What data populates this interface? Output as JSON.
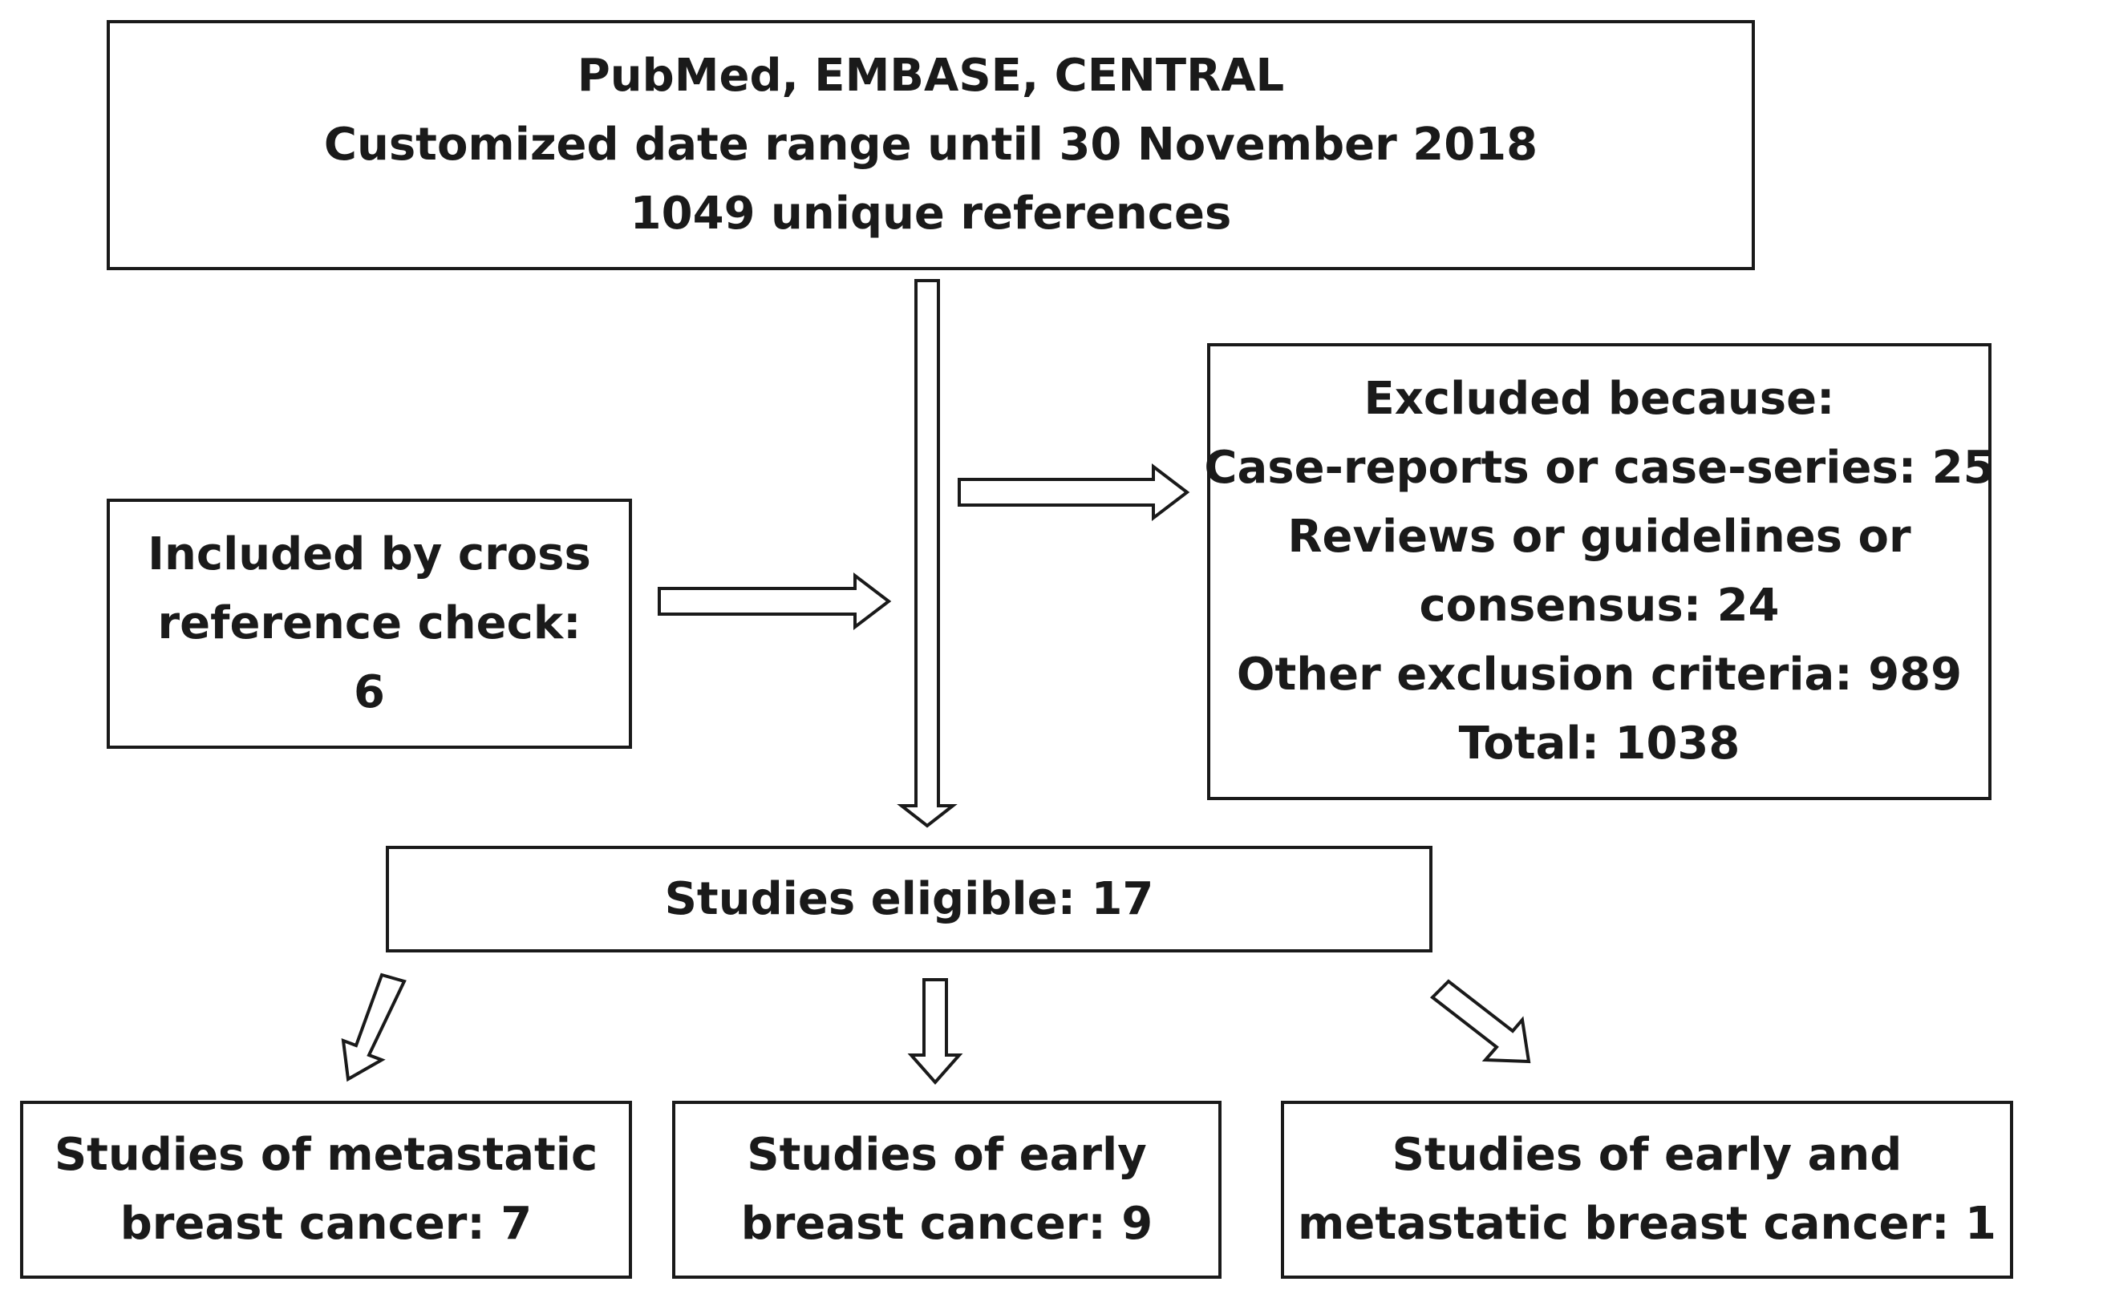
{
  "search_box": {
    "line1": "PubMed, EMBASE, CENTRAL",
    "line2": "Customized date range until 30 November 2018",
    "line3": "1049  unique references"
  },
  "included_box": {
    "line1": "Included by cross",
    "line2": "reference check:",
    "line3": "6"
  },
  "excluded_box": {
    "line1": "Excluded because:",
    "line2": "Case-reports or case-series: 25",
    "line3": "Reviews or guidelines or",
    "line4": "consensus: 24",
    "line5": "Other exclusion criteria: 989",
    "line6": "Total: 1038"
  },
  "eligible_box": {
    "line1": "Studies eligible: 17"
  },
  "metastatic_box": {
    "line1": "Studies of metastatic",
    "line2": "breast cancer: 7"
  },
  "early_box": {
    "line1": "Studies of early",
    "line2": "breast cancer: 9"
  },
  "both_box": {
    "line1": "Studies of early and",
    "line2": "metastatic breast cancer: 1"
  }
}
